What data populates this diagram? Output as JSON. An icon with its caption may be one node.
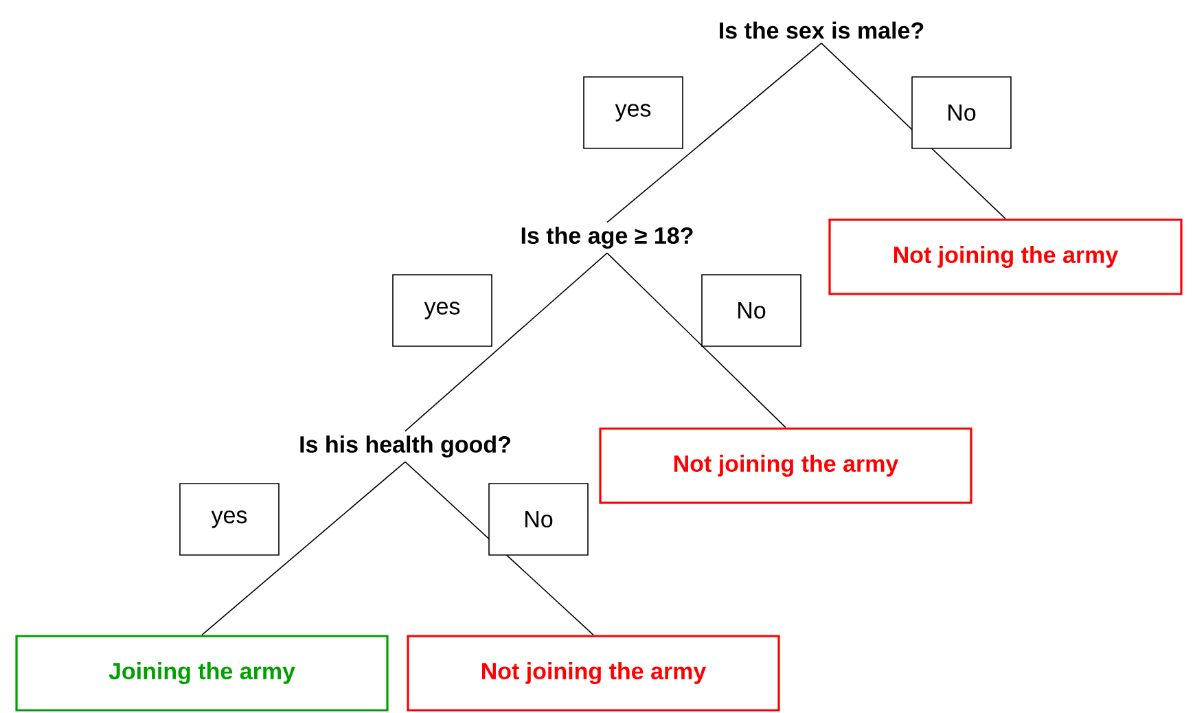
{
  "diagram": {
    "nodes": [
      {
        "text": [
          "Is the sex is male?"
        ]
      },
      {
        "text": [
          "Is the age ≥ 18?"
        ]
      },
      {
        "text": [
          "Not joining the army"
        ]
      },
      {
        "text": [
          "Is his health good?"
        ]
      },
      {
        "text": [
          "Not joining the army"
        ]
      },
      {
        "text": [
          "Joining the army"
        ]
      },
      {
        "text": [
          "Not joining the army"
        ]
      }
    ],
    "edges": [
      {
        "from": 0,
        "to": 1,
        "arrow": "none",
        "label": "yes"
      },
      {
        "from": 0,
        "to": 2,
        "arrow": "none",
        "label": "No"
      },
      {
        "from": 1,
        "to": 3,
        "arrow": "none",
        "label": "yes"
      },
      {
        "from": 1,
        "to": 4,
        "arrow": "none",
        "label": "No"
      },
      {
        "from": 3,
        "to": 5,
        "arrow": "none",
        "label": "yes"
      },
      {
        "from": 3,
        "to": 6,
        "arrow": "none",
        "label": "No"
      }
    ]
  }
}
